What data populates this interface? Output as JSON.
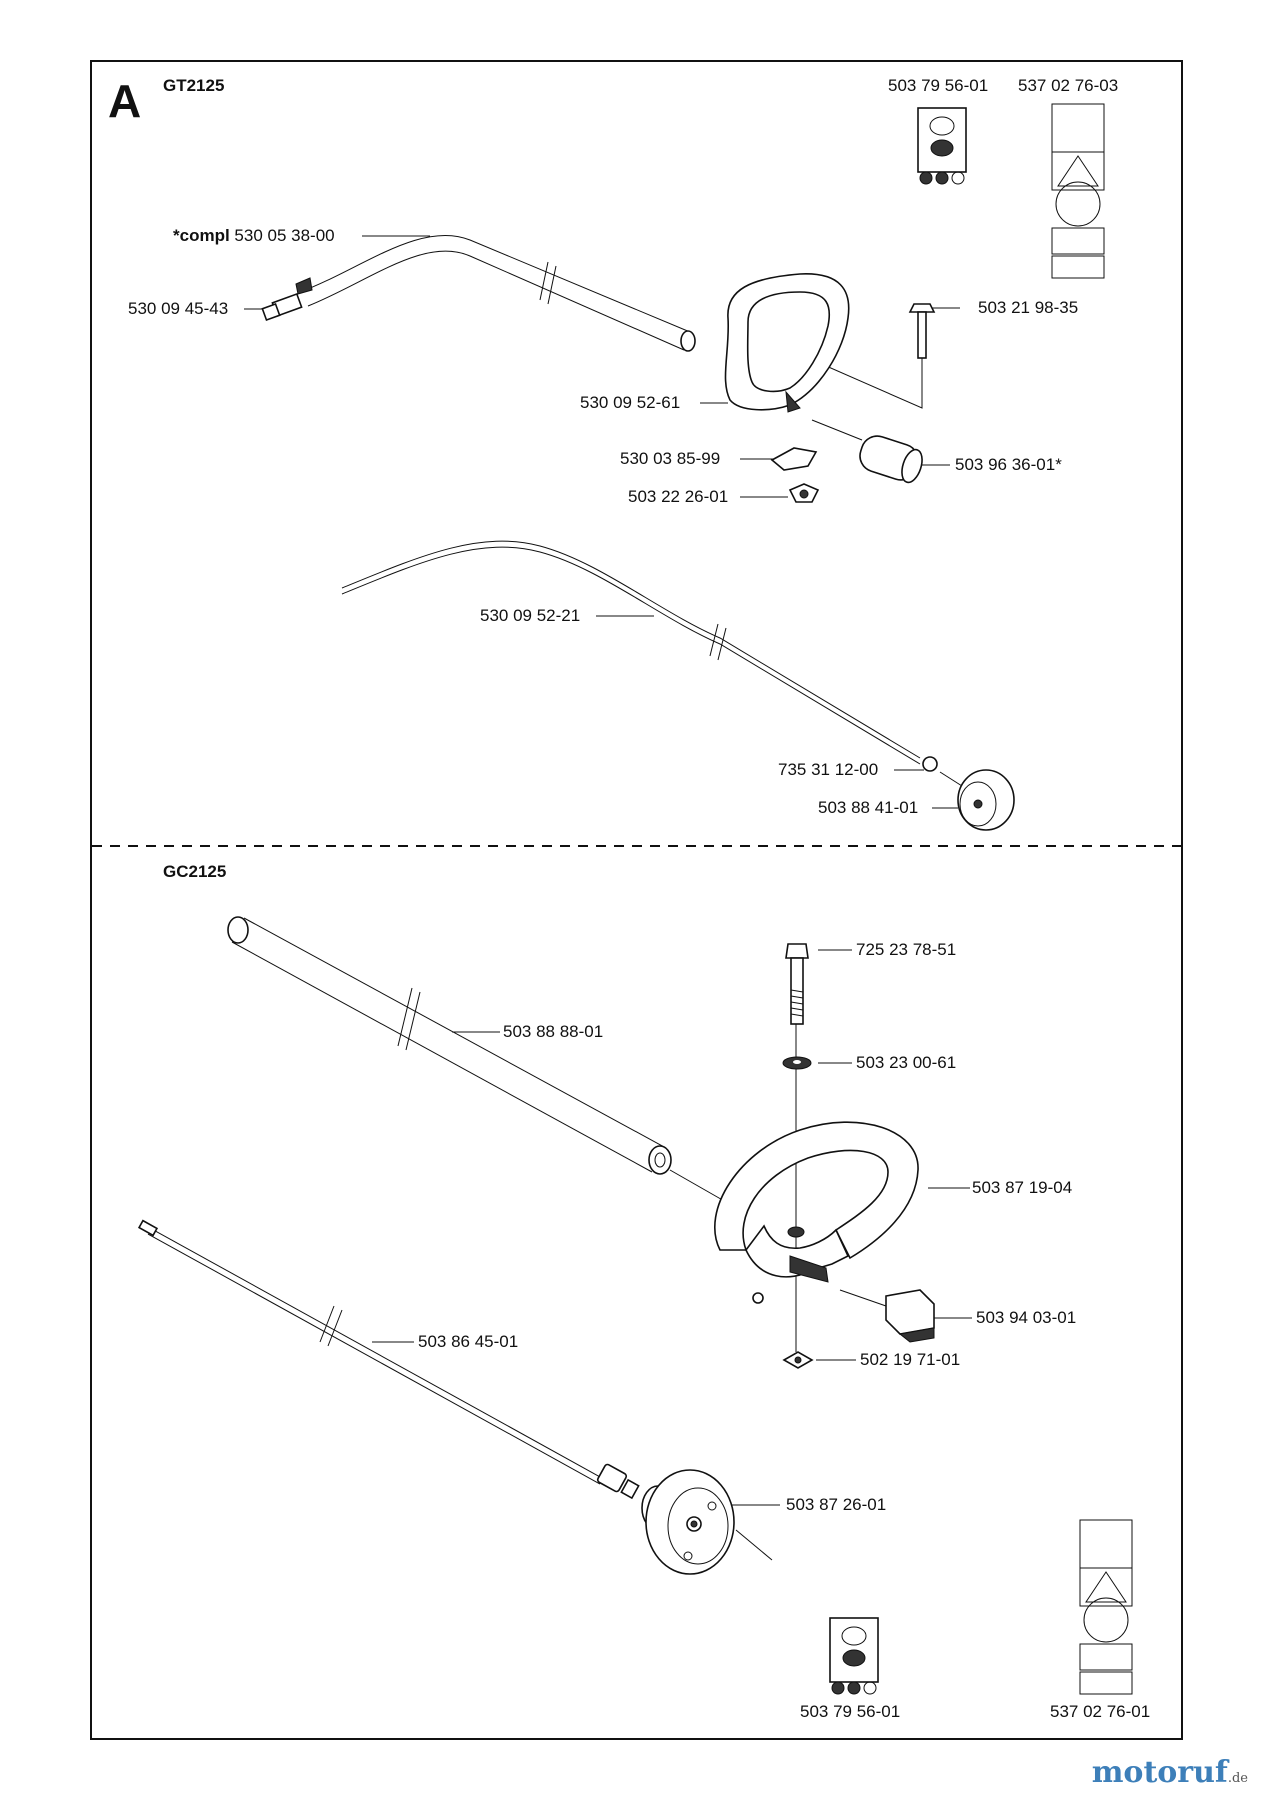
{
  "section_letter": "A",
  "sections": {
    "top": {
      "model": "GT2125"
    },
    "bottom": {
      "model": "GC2125"
    }
  },
  "labels": {
    "gt_decal_1": "503 79 56-01",
    "gt_decal_2": "537 02 76-03",
    "compl_prefix": "*compl",
    "shaft_compl": "530 05 38-00",
    "throttle_end": "530 09 45-43",
    "gt_bolt": "503 21 98-35",
    "gt_handle": "530 09 52-61",
    "gt_clamp": "530 03 85-99",
    "gt_sleeve": "503 96 36-01*",
    "gt_nut": "503 22 26-01",
    "gt_drive_shaft": "530 09 52-21",
    "gt_ring": "735 31 12-00",
    "gt_drum": "503 88 41-01",
    "gc_bolt": "725 23 78-51",
    "gc_tube": "503 88 88-01",
    "gc_washer": "503 23 00-61",
    "gc_handle": "503 87 19-04",
    "gc_block": "503 94 03-01",
    "gc_drive_shaft": "503 86 45-01",
    "gc_nut": "502 19 71-01",
    "gc_drum": "503 87 26-01",
    "gc_decal_1": "503 79 56-01",
    "gc_decal_2": "537 02 76-01"
  },
  "brand": {
    "name": "motoruf",
    "tld": ".de"
  }
}
